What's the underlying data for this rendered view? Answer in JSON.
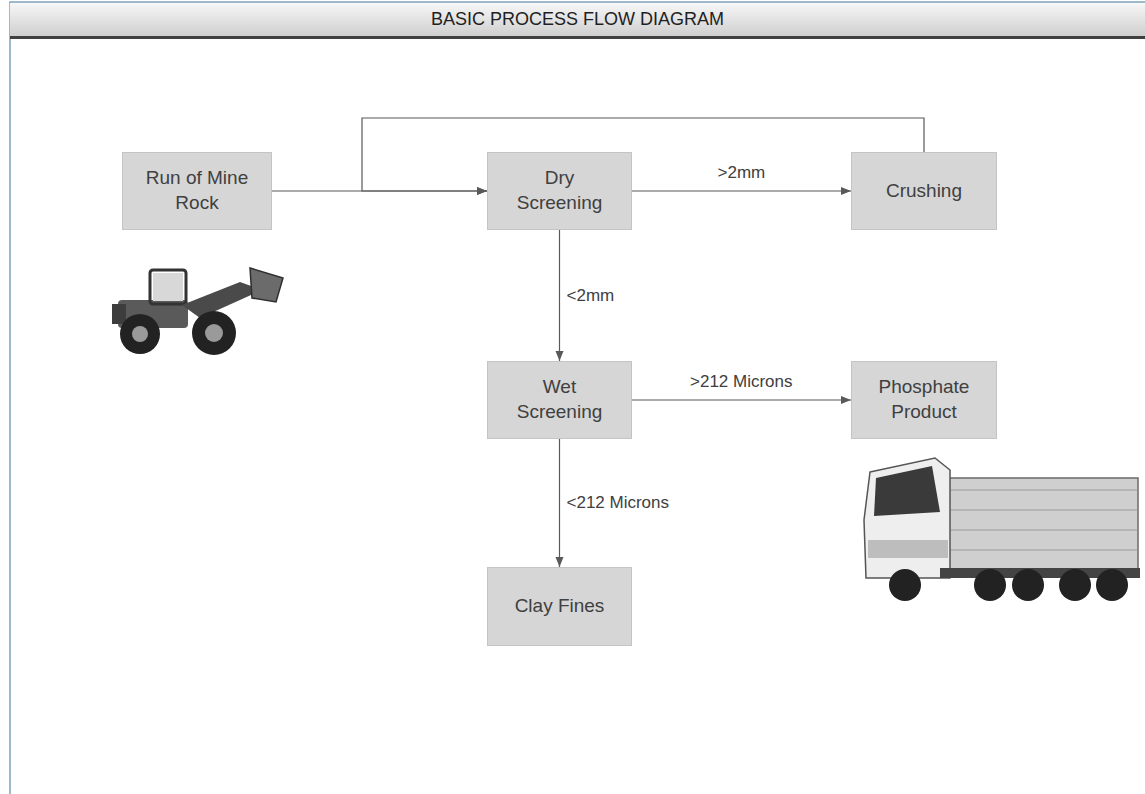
{
  "diagram": {
    "title": "BASIC PROCESS FLOW DIAGRAM",
    "nodes": [
      {
        "text": [
          "Run of Mine Rock"
        ]
      },
      {
        "text": [
          "Dry Screening"
        ]
      },
      {
        "text": [
          "Crushing"
        ]
      },
      {
        "text": [
          "Wet Screening"
        ]
      },
      {
        "text": [
          "Phosphate Product"
        ]
      },
      {
        "text": [
          "Clay Fines"
        ]
      }
    ],
    "edges": [
      {
        "from": 0,
        "to": 1,
        "arrow": "to"
      },
      {
        "from": 1,
        "to": 2,
        "label": ">2mm",
        "arrow": "to"
      },
      {
        "from": 2,
        "to": 1,
        "arrow": "to"
      },
      {
        "from": 1,
        "to": 3,
        "label": "<2mm",
        "arrow": "to"
      },
      {
        "from": 3,
        "to": 4,
        "label": ">212 Microns",
        "arrow": "to"
      },
      {
        "from": 3,
        "to": 5,
        "label": "<212 Microns",
        "arrow": "to"
      }
    ]
  }
}
